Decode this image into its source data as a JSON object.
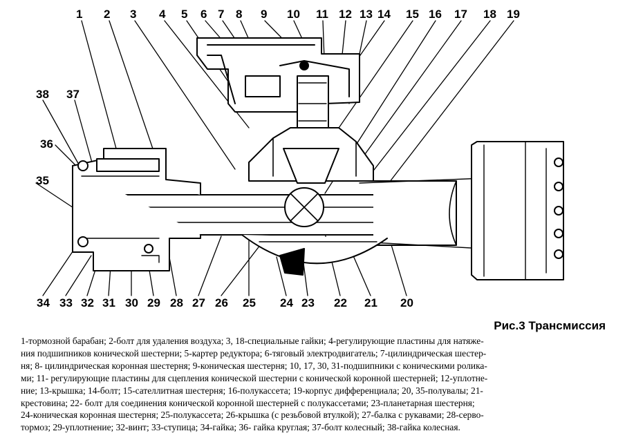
{
  "figure": {
    "top_labels": [
      "1",
      "2",
      "3",
      "4",
      "5",
      "6",
      "7",
      "8",
      "9",
      "10",
      "11",
      "12",
      "13",
      "14",
      "15",
      "16",
      "17",
      "18",
      "19"
    ],
    "left_labels": [
      "38",
      "37",
      "36",
      "35"
    ],
    "bottom_labels": [
      "34",
      "33",
      "32",
      "31",
      "30",
      "29",
      "28",
      "27",
      "26",
      "25",
      "24",
      "23",
      "22",
      "21",
      "20"
    ]
  },
  "caption": "Рис.3 Трансмиссия",
  "legend_lines": [
    "1-тормозной барабан; 2-болт для удаления воздуха; 3, 18-специальные гайки; 4-регулирующие пластины для натяже-",
    "ния подшипников конической шестерни; 5-картер редуктора; 6-тяговый электродвигатель; 7-цилиндрическая шестер-",
    "ня; 8- цилиндрическая коронная шестерня;  9-коническая шестерня; 10, 17, 30, 31-подшипники с коническими ролика-",
    "ми; 11- регулирующие пластины для сцепления конической шестерни с конической коронной шестерней; 12-уплотне-",
    "ние; 13-крышка; 14-болт;  15-сателлитная шестерня; 16-полукассета; 19-корпус дифференциала; 20, 35-полувалы; 21-",
    "крестовина; 22- болт для соединения   конической коронной шестерней с полукассетами; 23-планетарная шестерня;",
    "24-коническая коронная шестерня; 25-полукассета; 26-крышка (с резьбовой втулкой); 27-балка с рукавами; 28-серво-",
    "тормоз; 29-уплотнение; 32-винт; 33-ступица; 34-гайка; 36- гайка круглая; 37-болт колесный; 38-гайка колесная."
  ]
}
